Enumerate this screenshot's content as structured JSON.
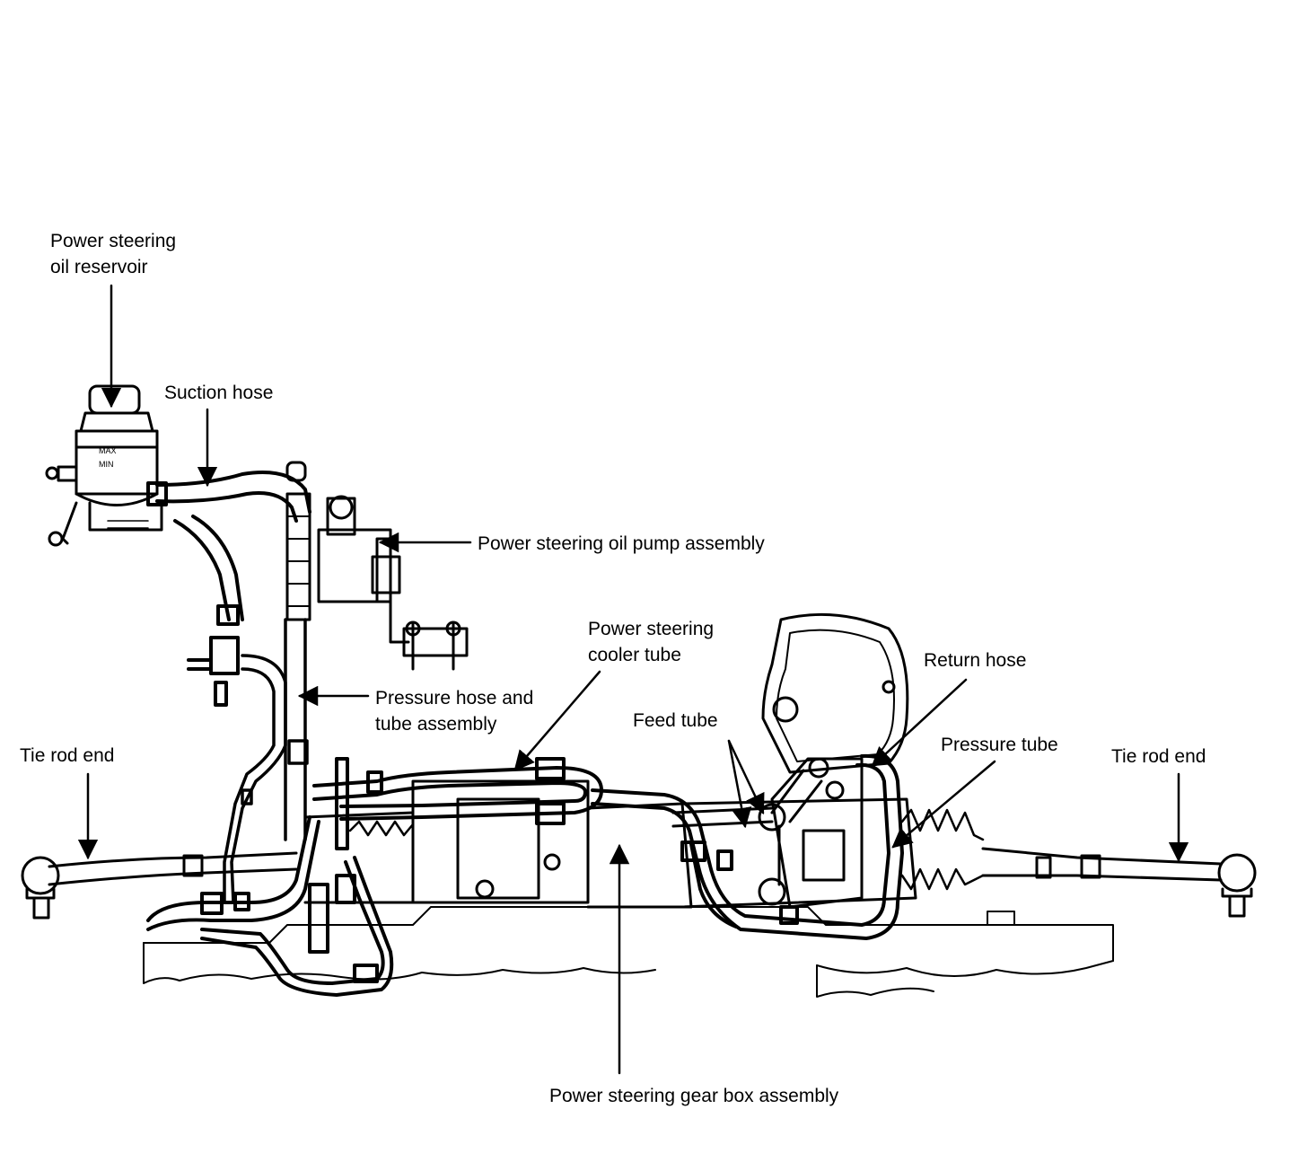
{
  "labels": {
    "reservoir": [
      "Power steering",
      "oil reservoir"
    ],
    "suction_hose": "Suction hose",
    "pump": "Power steering oil pump assembly",
    "cooler_tube": [
      "Power steering",
      "cooler tube"
    ],
    "return_hose": "Return hose",
    "pressure_hose": [
      "Pressure hose and",
      "tube assembly"
    ],
    "feed_tube": "Feed tube",
    "pressure_tube": "Pressure tube",
    "tie_rod_left": "Tie rod end",
    "tie_rod_right": "Tie rod end",
    "gear_box": "Power steering gear box assembly"
  },
  "reservoir_marks": [
    "MAX",
    "MIN"
  ]
}
